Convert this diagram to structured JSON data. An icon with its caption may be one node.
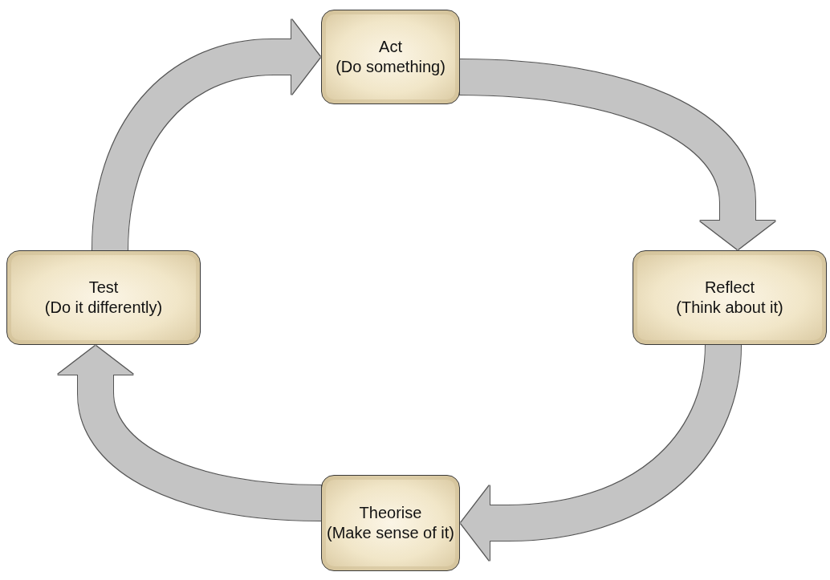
{
  "diagram": {
    "nodes": [
      {
        "text": [
          "Act",
          "(Do something)"
        ]
      },
      {
        "text": [
          "Reflect",
          "(Think about it)"
        ]
      },
      {
        "text": [
          "Theorise",
          "(Make sense of it)"
        ]
      },
      {
        "text": [
          "Test",
          "(Do it differently)"
        ]
      }
    ],
    "edges": [
      {
        "from": 0,
        "to": 1,
        "arrow": "to"
      },
      {
        "from": 1,
        "to": 2,
        "arrow": "to"
      },
      {
        "from": 2,
        "to": 3,
        "arrow": "to"
      },
      {
        "from": 3,
        "to": 0,
        "arrow": "to"
      }
    ]
  }
}
